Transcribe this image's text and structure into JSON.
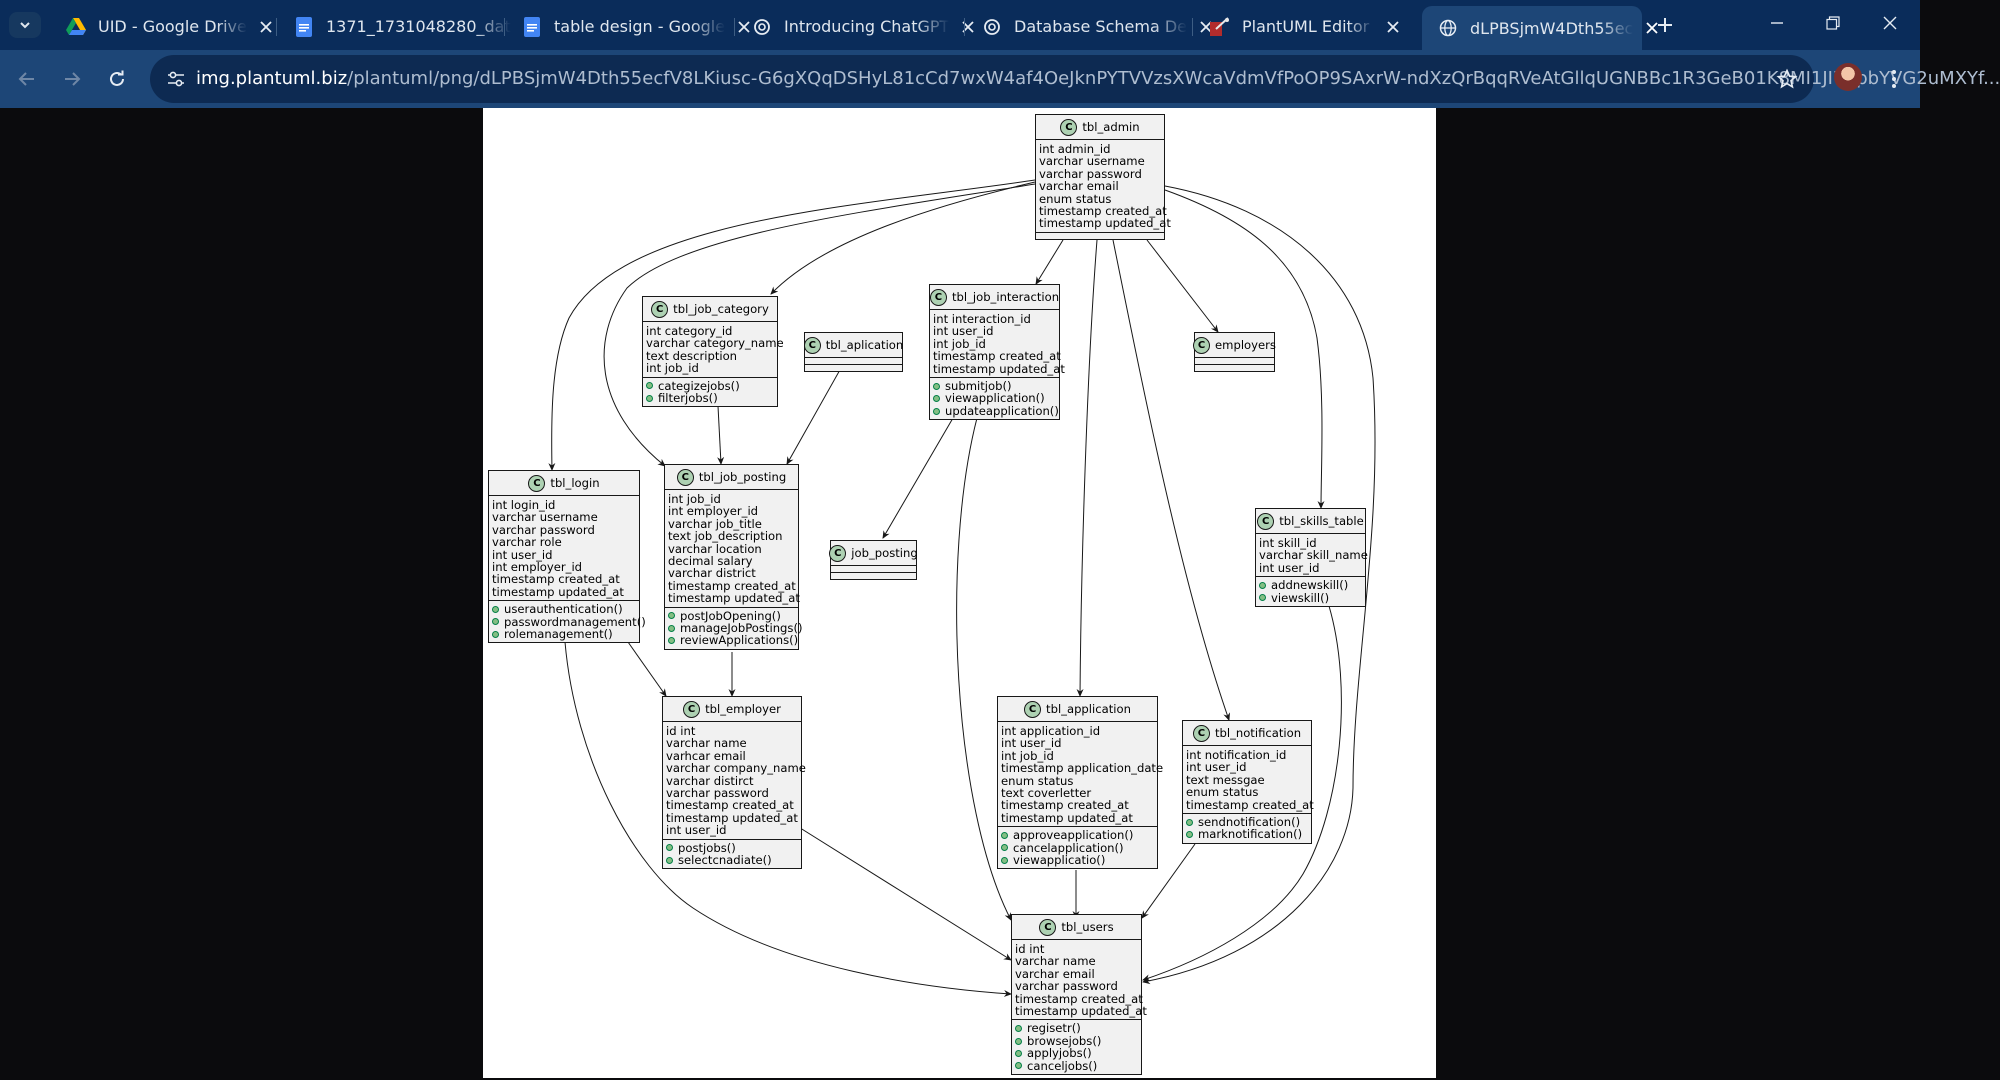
{
  "browser": {
    "tabs": [
      {
        "title": "UID - Google Drive",
        "icon": "google-drive-icon",
        "active": false
      },
      {
        "title": "1371_1731048280_dat",
        "icon": "google-docs-icon",
        "active": false
      },
      {
        "title": "table design - Google",
        "icon": "google-docs-icon",
        "active": false
      },
      {
        "title": "Introducing ChatGPT",
        "icon": "openai-icon",
        "active": false
      },
      {
        "title": "Database Schema De",
        "icon": "openai-icon",
        "active": false
      },
      {
        "title": "PlantUML Editor",
        "icon": "plantuml-icon",
        "active": false
      },
      {
        "title": "dLPBSjmW4Dth55ec",
        "icon": "globe-icon",
        "active": true
      }
    ],
    "url": {
      "host": "img.plantuml.biz",
      "path": "/plantuml/png/dLPBSjmW4Dth55ecfV8LKiusc-G6gXQqDSHyL81cCd7wxW4af4OeJknPYTVVzsXWcaVdmVfPoOP9SAxrW-ndXzQrBqqRVeAtGllqUGNBBc1R3GeB01K8MI1JI7KpbYVG2uMXYf..."
    },
    "colors": {
      "tabbar": "#0a2c5a",
      "toolbar": "#1d4677",
      "omnibox": "#0d2a52",
      "page_bg": "#0b0b0d"
    }
  },
  "diagram": {
    "classes": {
      "tbl_admin": {
        "name": "tbl_admin",
        "fields": [
          "int admin_id",
          "varchar username",
          "varchar password",
          "varchar email",
          "enum status",
          "timestamp created_at",
          "timestamp updated_at"
        ],
        "methods": []
      },
      "tbl_job_category": {
        "name": "tbl_job_category",
        "fields": [
          "int category_id",
          "varchar category_name",
          "text description",
          "int job_id"
        ],
        "methods": [
          "categizejobs()",
          "filterjobs()"
        ]
      },
      "tbl_aplication": {
        "name": "tbl_aplication",
        "fields": [],
        "methods": []
      },
      "tbl_job_interaction": {
        "name": "tbl_job_interaction",
        "fields": [
          "int interaction_id",
          "int user_id",
          "int job_id",
          "timestamp created_at",
          "timestamp updated_at"
        ],
        "methods": [
          "submitjob()",
          "viewapplication()",
          "updateapplication()"
        ]
      },
      "employers": {
        "name": "employers",
        "fields": [],
        "methods": []
      },
      "tbl_login": {
        "name": "tbl_login",
        "fields": [
          "int login_id",
          "varchar username",
          "varchar password",
          "varchar role",
          "int user_id",
          "int employer_id",
          "timestamp created_at",
          "timestamp updated_at"
        ],
        "methods": [
          "userauthentication()",
          "passwordmanagement()",
          "rolemanagement()"
        ]
      },
      "tbl_job_posting": {
        "name": "tbl_job_posting",
        "fields": [
          "int job_id",
          "int employer_id",
          "varchar job_title",
          "text job_description",
          "varchar location",
          "decimal salary",
          "varchar district",
          "timestamp created_at",
          "timestamp updated_at"
        ],
        "methods": [
          "postJobOpening()",
          "manageJobPostings()",
          "reviewApplications()"
        ]
      },
      "job_posting": {
        "name": "job_posting",
        "fields": [],
        "methods": []
      },
      "tbl_skills_table": {
        "name": "tbl_skills_table",
        "fields": [
          "int skill_id",
          "varchar skill_name",
          "int user_id"
        ],
        "methods": [
          "addnewskill()",
          "viewskill()"
        ]
      },
      "tbl_employer": {
        "name": "tbl_employer",
        "fields": [
          "id int",
          "varchar name",
          "varhcar email",
          "varchar company_name",
          "varchar distirct",
          "varchar password",
          "timestamp created_at",
          "timestamp updated_at",
          "int user_id"
        ],
        "methods": [
          "postjobs()",
          "selectcnadiate()"
        ]
      },
      "tbl_application": {
        "name": "tbl_application",
        "fields": [
          "int application_id",
          "int user_id",
          "int job_id",
          "timestamp application_date",
          "enum status",
          "text coverletter",
          "timestamp created_at",
          "timestamp updated_at"
        ],
        "methods": [
          "approveapplication()",
          "cancelapplication()",
          "viewapplicatio()"
        ]
      },
      "tbl_notification": {
        "name": "tbl_notification",
        "fields": [
          "int notification_id",
          "int user_id",
          "text messgae",
          "enum status",
          "timestamp created_at"
        ],
        "methods": [
          "sendnotification()",
          "marknotification()"
        ]
      },
      "tbl_users": {
        "name": "tbl_users",
        "fields": [
          "id int",
          "varchar name",
          "varchar email",
          "varchar password",
          "timestamp created_at",
          "timestamp updated_at"
        ],
        "methods": [
          "regisetr()",
          "browsejobs()",
          "applyjobs()",
          "canceljobs()"
        ]
      }
    },
    "relationships": [
      {
        "from": "tbl_admin",
        "to": "tbl_login"
      },
      {
        "from": "tbl_admin",
        "to": "tbl_job_posting"
      },
      {
        "from": "tbl_admin",
        "to": "tbl_job_category"
      },
      {
        "from": "tbl_admin",
        "to": "tbl_job_interaction"
      },
      {
        "from": "tbl_admin",
        "to": "tbl_application"
      },
      {
        "from": "tbl_admin",
        "to": "tbl_notification"
      },
      {
        "from": "tbl_admin",
        "to": "employers"
      },
      {
        "from": "tbl_admin",
        "to": "tbl_skills_table"
      },
      {
        "from": "tbl_admin",
        "to": "tbl_users"
      },
      {
        "from": "tbl_job_category",
        "to": "tbl_job_posting"
      },
      {
        "from": "tbl_aplication",
        "to": "tbl_job_posting"
      },
      {
        "from": "tbl_job_interaction",
        "to": "job_posting"
      },
      {
        "from": "tbl_job_interaction",
        "to": "tbl_users"
      },
      {
        "from": "tbl_login",
        "to": "tbl_employer"
      },
      {
        "from": "tbl_login",
        "to": "tbl_users"
      },
      {
        "from": "tbl_job_posting",
        "to": "tbl_employer"
      },
      {
        "from": "tbl_employer",
        "to": "tbl_users"
      },
      {
        "from": "tbl_application",
        "to": "tbl_users"
      },
      {
        "from": "tbl_notification",
        "to": "tbl_users"
      },
      {
        "from": "tbl_skills_table",
        "to": "tbl_users"
      }
    ],
    "colors": {
      "class_bg": "#f1f1f1",
      "class_border": "#181818",
      "badge": "#add1b2",
      "method_dot": "#84be84",
      "edge": "#181818"
    }
  }
}
